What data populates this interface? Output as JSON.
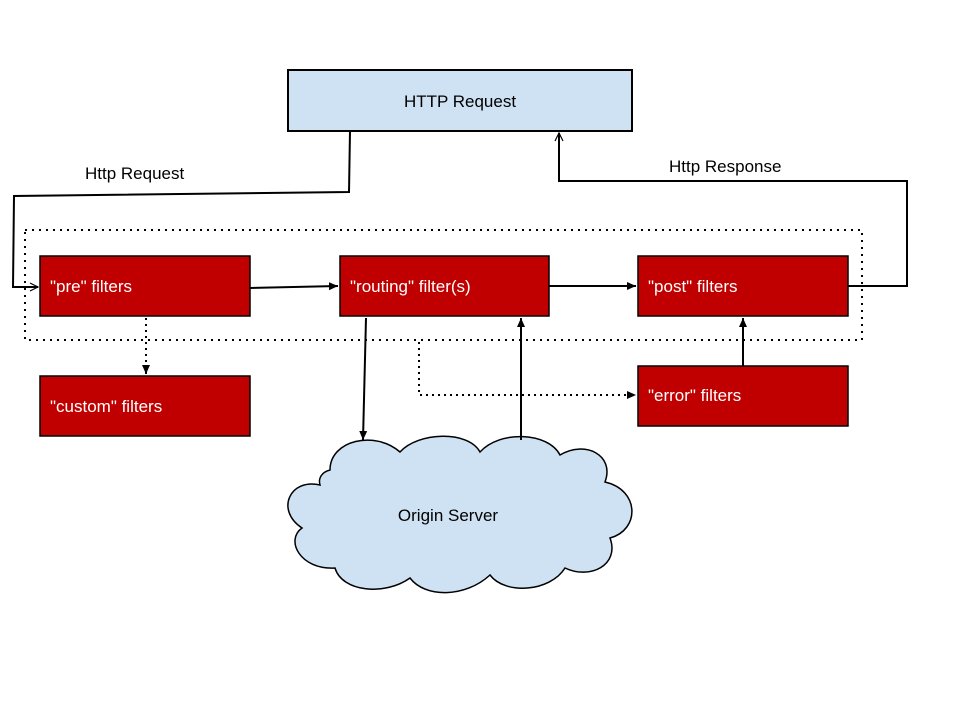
{
  "colors": {
    "request_box_fill": "#cfe2f3",
    "filter_box_fill": "#c00000",
    "cloud_fill": "#cfe2f3",
    "stroke": "#000000",
    "filter_text": "#ffffff",
    "default_text": "#000000"
  },
  "nodes": {
    "http_request": "HTTP Request",
    "pre_filters": "\"pre\" filters",
    "routing_filters": "\"routing\" filter(s)",
    "post_filters": "\"post\" filters",
    "custom_filters": "\"custom\" filters",
    "error_filters": "\"error\" filters",
    "origin_server": "Origin Server"
  },
  "edge_labels": {
    "http_request": "Http Request",
    "http_response": "Http Response"
  }
}
